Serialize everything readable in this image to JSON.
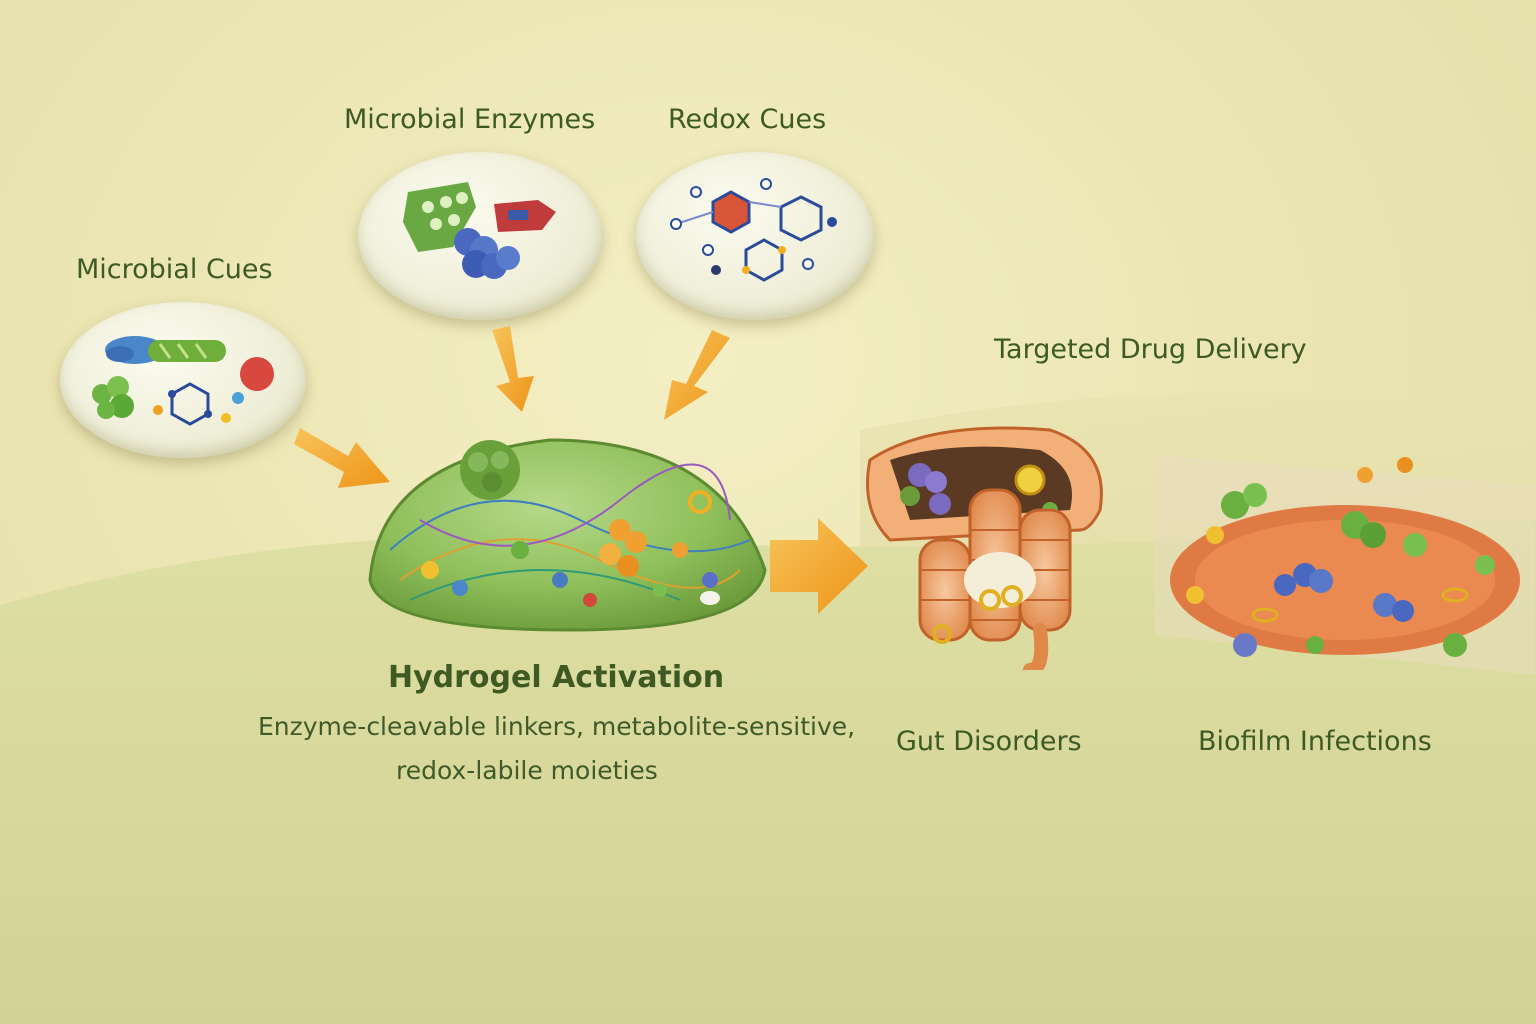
{
  "labels": {
    "microbial_enzymes": "Microbial Enzymes",
    "redox_cues": "Redox Cues",
    "microbial_cues": "Microbial Cues",
    "targeted_drug_delivery": "Targeted Drug Delivery",
    "hydrogel_activation": "Hydrogel Activation",
    "hydrogel_description_line1": "Enzyme-cleavable linkers, metabolite-sensitive,",
    "hydrogel_description_line2": "redox-labile moieties",
    "gut_disorders": "Gut Disorders",
    "biofilm_infections": "Biofilm Infections"
  },
  "colors": {
    "background": "#ece6b4",
    "ground": "#d9d9a0",
    "hydrogel": "#8fbf5a",
    "arrow": "#f2a227",
    "text": "#3d5a24"
  },
  "icons": {
    "microbial_cues_bubble": "bacteria-molecules-icon",
    "microbial_enzymes_bubble": "enzymes-icon",
    "redox_cues_bubble": "redox-molecules-icon",
    "hydrogel": "hydrogel-dome-icon",
    "gut": "intestine-icon",
    "biofilm": "biofilm-icon"
  }
}
